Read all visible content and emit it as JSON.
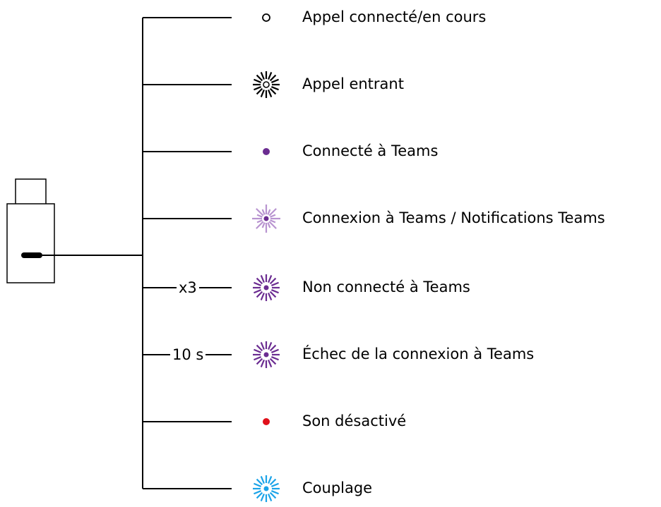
{
  "legend": {
    "items": [
      {
        "key": "call-active",
        "label": "Appel connecté/en cours",
        "indicator": "hollow-dot",
        "color": "#000000",
        "duration_tag": ""
      },
      {
        "key": "incoming-call",
        "label": "Appel entrant",
        "indicator": "burst",
        "color": "#000000",
        "duration_tag": ""
      },
      {
        "key": "teams-connected",
        "label": "Connecté à Teams",
        "indicator": "dot",
        "color": "#6b2c91",
        "duration_tag": ""
      },
      {
        "key": "teams-connecting",
        "label": "Connexion à Teams / Notifications Teams",
        "indicator": "pulse",
        "color": "#b894d0",
        "duration_tag": ""
      },
      {
        "key": "teams-not-connected",
        "label": "Non connecté à Teams",
        "indicator": "burst",
        "color": "#6b2c91",
        "duration_tag": "x3"
      },
      {
        "key": "teams-connection-failed",
        "label": "Échec de la connexion à Teams",
        "indicator": "burst",
        "color": "#6b2c91",
        "duration_tag": "10 s"
      },
      {
        "key": "muted",
        "label": "Son désactivé",
        "indicator": "dot",
        "color": "#e0101a",
        "duration_tag": ""
      },
      {
        "key": "pairing",
        "label": "Couplage",
        "indicator": "burst",
        "color": "#1ba3e8",
        "duration_tag": ""
      }
    ]
  },
  "device": {
    "icon": "usb-dongle-icon",
    "led_color": "#000000"
  }
}
